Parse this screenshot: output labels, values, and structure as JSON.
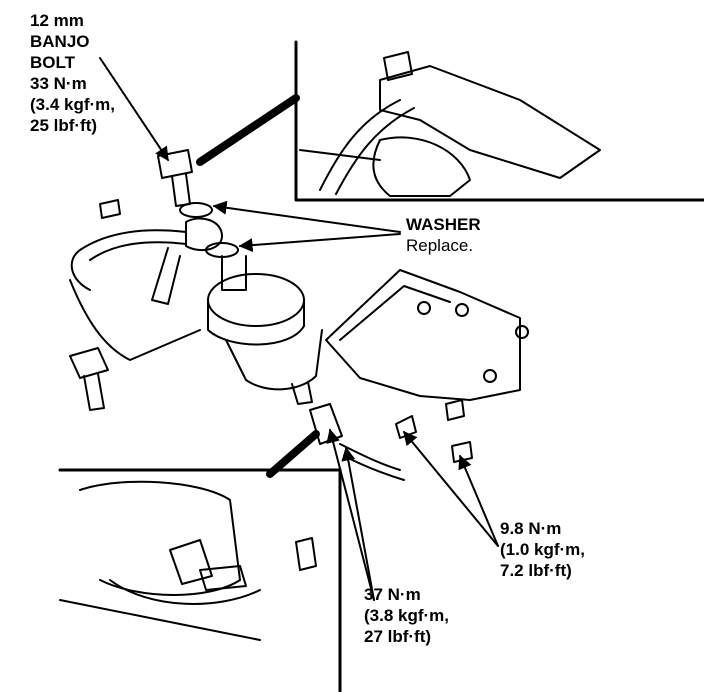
{
  "labels": {
    "banjo_bolt": {
      "size": "12 mm",
      "name_1": "BANJO",
      "name_2": "BOLT",
      "torque_nm": "33 N·m",
      "torque_kgf": "(3.4 kgf·m,",
      "torque_lbf": "25 lbf·ft)"
    },
    "washer": {
      "name": "WASHER",
      "note": "Replace."
    },
    "mount_bolts": {
      "torque_nm": "9.8 N·m",
      "torque_kgf": "(1.0 kgf·m,",
      "torque_lbf": "7.2 lbf·ft)"
    },
    "inlet_fitting": {
      "torque_nm": "37 N·m",
      "torque_kgf": "(3.8 kgf·m,",
      "torque_lbf": "27 lbf·ft)"
    }
  }
}
